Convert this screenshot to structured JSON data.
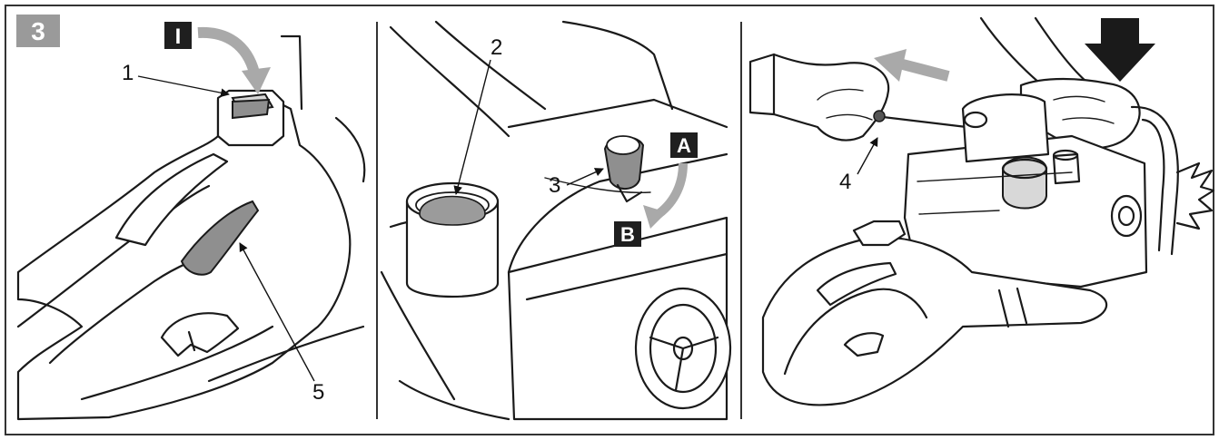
{
  "figure": {
    "number": "3",
    "colors": {
      "badge_bg": "#9a9a9a",
      "letter_badge_bg": "#1f1f1f",
      "arrow_grey": "#a9a9a9",
      "arrow_dark": "#1a1a1a",
      "panel_border": "#333333"
    }
  },
  "panels": [
    {
      "id": "panel-1",
      "switch_symbol": "I",
      "callouts": [
        "1",
        "5"
      ]
    },
    {
      "id": "panel-2",
      "callouts": [
        "2",
        "3"
      ],
      "badges": [
        "A",
        "B"
      ]
    },
    {
      "id": "panel-3",
      "callouts": [
        "4"
      ],
      "icons": [
        "pull-arrow-icon",
        "press-down-arrow-icon"
      ]
    }
  ]
}
